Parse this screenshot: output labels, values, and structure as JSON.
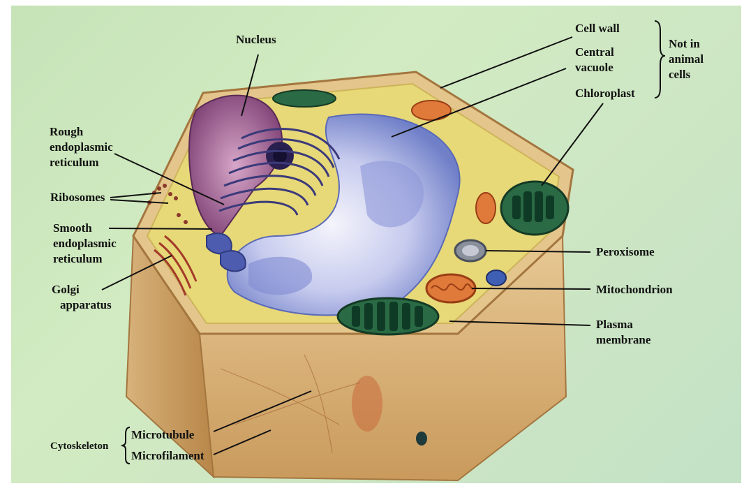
{
  "labels": {
    "nucleus": "Nucleus",
    "rough_er": [
      "Rough",
      "endoplasmic",
      "reticulum"
    ],
    "ribosomes": "Ribosomes",
    "smooth_er": [
      "Smooth",
      "endoplasmic",
      "reticulum"
    ],
    "golgi": [
      "Golgi",
      "apparatus"
    ],
    "cell_wall": "Cell wall",
    "central_vacuole": [
      "Central",
      "vacuole"
    ],
    "chloroplast": "Chloroplast",
    "not_in_animal": [
      "Not in",
      "animal",
      "cells"
    ],
    "peroxisome": "Peroxisome",
    "mitochondrion": "Mitochondrion",
    "plasma_membrane": [
      "Plasma",
      "membrane"
    ],
    "cytoskeleton": "Cytoskeleton",
    "microtubule": "Microtubule",
    "microfilament": "Microfilament"
  },
  "colors": {
    "background": "#cbe6c0",
    "cell_wall": "#d8b57a",
    "cytoplasm": "#e6d77a",
    "vacuole": "#c9cdf0",
    "nucleus": "#9a5a8e",
    "chloroplast": "#1f5e3c",
    "mitochondrion": "#e07a3a",
    "leader_line": "#111111"
  }
}
